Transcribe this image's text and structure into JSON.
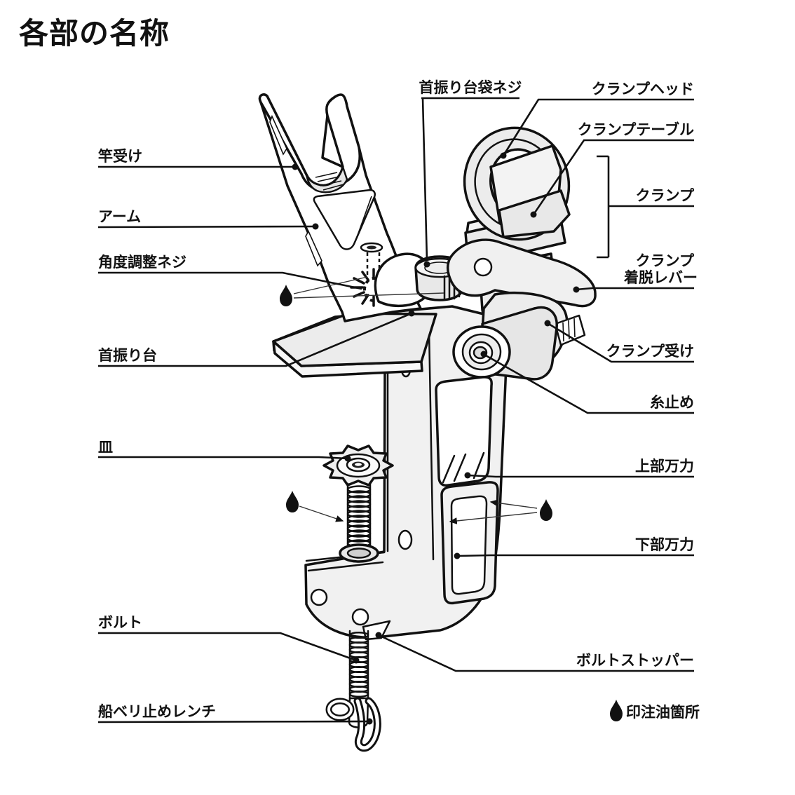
{
  "title": "各部の名称",
  "labels": {
    "rod_rest": "竿受け",
    "arm": "アーム",
    "angle_adjust_screw": "角度調整ネジ",
    "swivel_base": "首振り台",
    "dish": "皿",
    "bolt": "ボルト",
    "gunwale_wrench": "船ベリ止めレンチ",
    "swivel_cap_screw": "首振り台袋ネジ",
    "clamp_head": "クランプヘッド",
    "clamp_table": "クランプテーブル",
    "clamp": "クランプ",
    "clamp_lever_l1": "クランプ",
    "clamp_lever_l2": "着脱レバー",
    "clamp_receiver": "クランプ受け",
    "line_stopper": "糸止め",
    "upper_vise": "上部万力",
    "lower_vise": "下部万力",
    "bolt_stopper": "ボルトストッパー"
  },
  "legend": {
    "oil_note": "印注油箇所"
  },
  "colors": {
    "line": "#111111",
    "fill_light": "#ececec",
    "background": "#ffffff"
  }
}
